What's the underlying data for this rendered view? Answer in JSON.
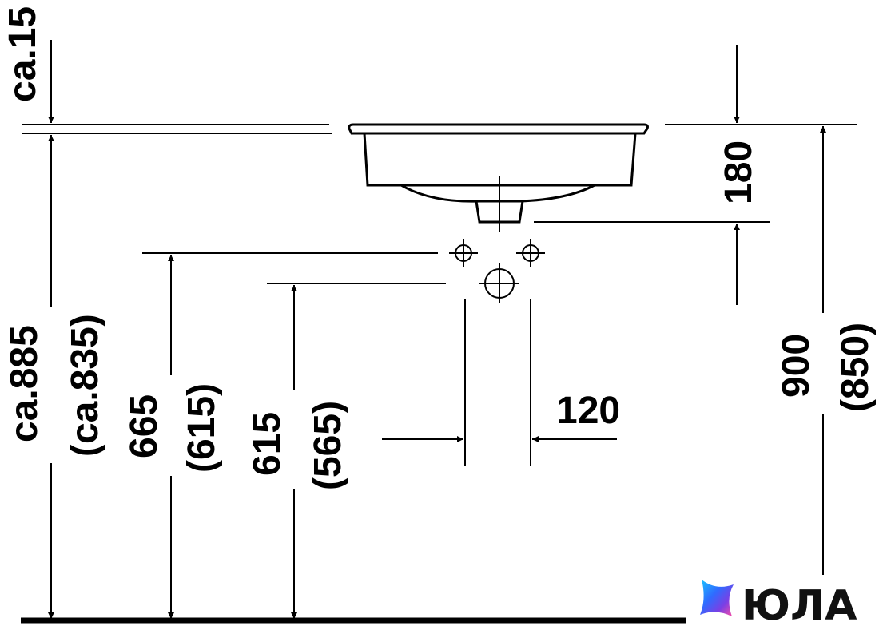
{
  "dimensions": {
    "top_gap": "ca.15",
    "overall_left": "ca.885",
    "overall_left_alt": "(ca.835)",
    "upper_supply": "665",
    "upper_supply_alt": "(615)",
    "waste_height": "615",
    "waste_height_alt": "(565)",
    "basin_depth": "180",
    "supply_spacing": "120",
    "overall_right": "900",
    "overall_right_alt": "(850)"
  },
  "logo": {
    "text": "ЮЛА",
    "colors": [
      "#7b3fe4",
      "#19c6ff",
      "#ff4fa3",
      "#2f6bff"
    ]
  }
}
